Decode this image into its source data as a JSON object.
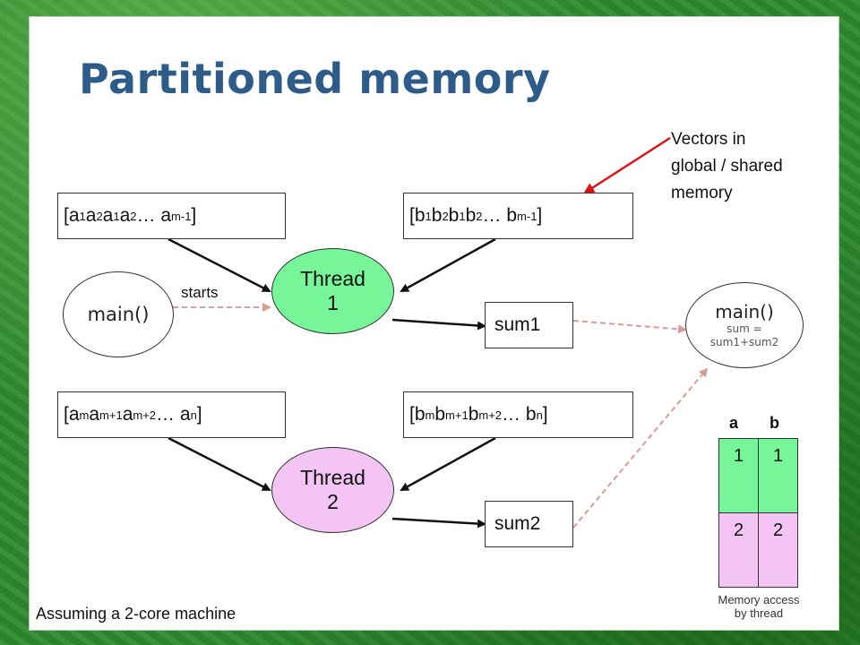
{
  "slide": {
    "title": "Partitioned memory",
    "footnote": "Assuming a 2-core machine",
    "annotation": [
      "Vectors in",
      "global / shared",
      "memory"
    ],
    "starts_label": "starts"
  },
  "vectors": {
    "a_top": {
      "parts": [
        [
          "[a",
          "1"
        ],
        [
          " a",
          "2"
        ],
        [
          " a",
          "1"
        ],
        [
          " a",
          "2"
        ],
        [
          " … a",
          "m-1"
        ]
      ],
      "close": "]"
    },
    "b_top": {
      "parts": [
        [
          "[b",
          "1"
        ],
        [
          " b",
          "2"
        ],
        [
          " b",
          "1"
        ],
        [
          " b",
          "2"
        ],
        [
          " … b",
          "m-1"
        ]
      ],
      "close": "]"
    },
    "a_bottom": {
      "parts": [
        [
          "[a",
          "m"
        ],
        [
          " a",
          "m+1"
        ],
        [
          " a",
          "m+2"
        ],
        [
          " … a",
          "n"
        ]
      ],
      "close": "]"
    },
    "b_bottom": {
      "parts": [
        [
          "[b",
          "m"
        ],
        [
          " b",
          "m+1"
        ],
        [
          " b",
          "m+2"
        ],
        [
          " … b",
          "n"
        ]
      ],
      "close": "]"
    }
  },
  "threads": [
    {
      "line1": "Thread",
      "line2": "1",
      "color": "#77f599"
    },
    {
      "line1": "Thread",
      "line2": "2",
      "color": "#f4c4f4"
    }
  ],
  "sums": [
    "sum1",
    "sum2"
  ],
  "main_left": "main()",
  "main_right": {
    "label": "main()",
    "line1": "sum =",
    "line2": "sum1+sum2"
  },
  "memory": {
    "headers": [
      "a",
      "b"
    ],
    "rows": [
      [
        "1",
        "1"
      ],
      [
        "2",
        "2"
      ]
    ],
    "caption_line1": "Memory access",
    "caption_line2": "by thread"
  },
  "colors": {
    "title": "#2e5c8a",
    "arrow_red": "#e01010",
    "dashed": "#d99a9a"
  }
}
